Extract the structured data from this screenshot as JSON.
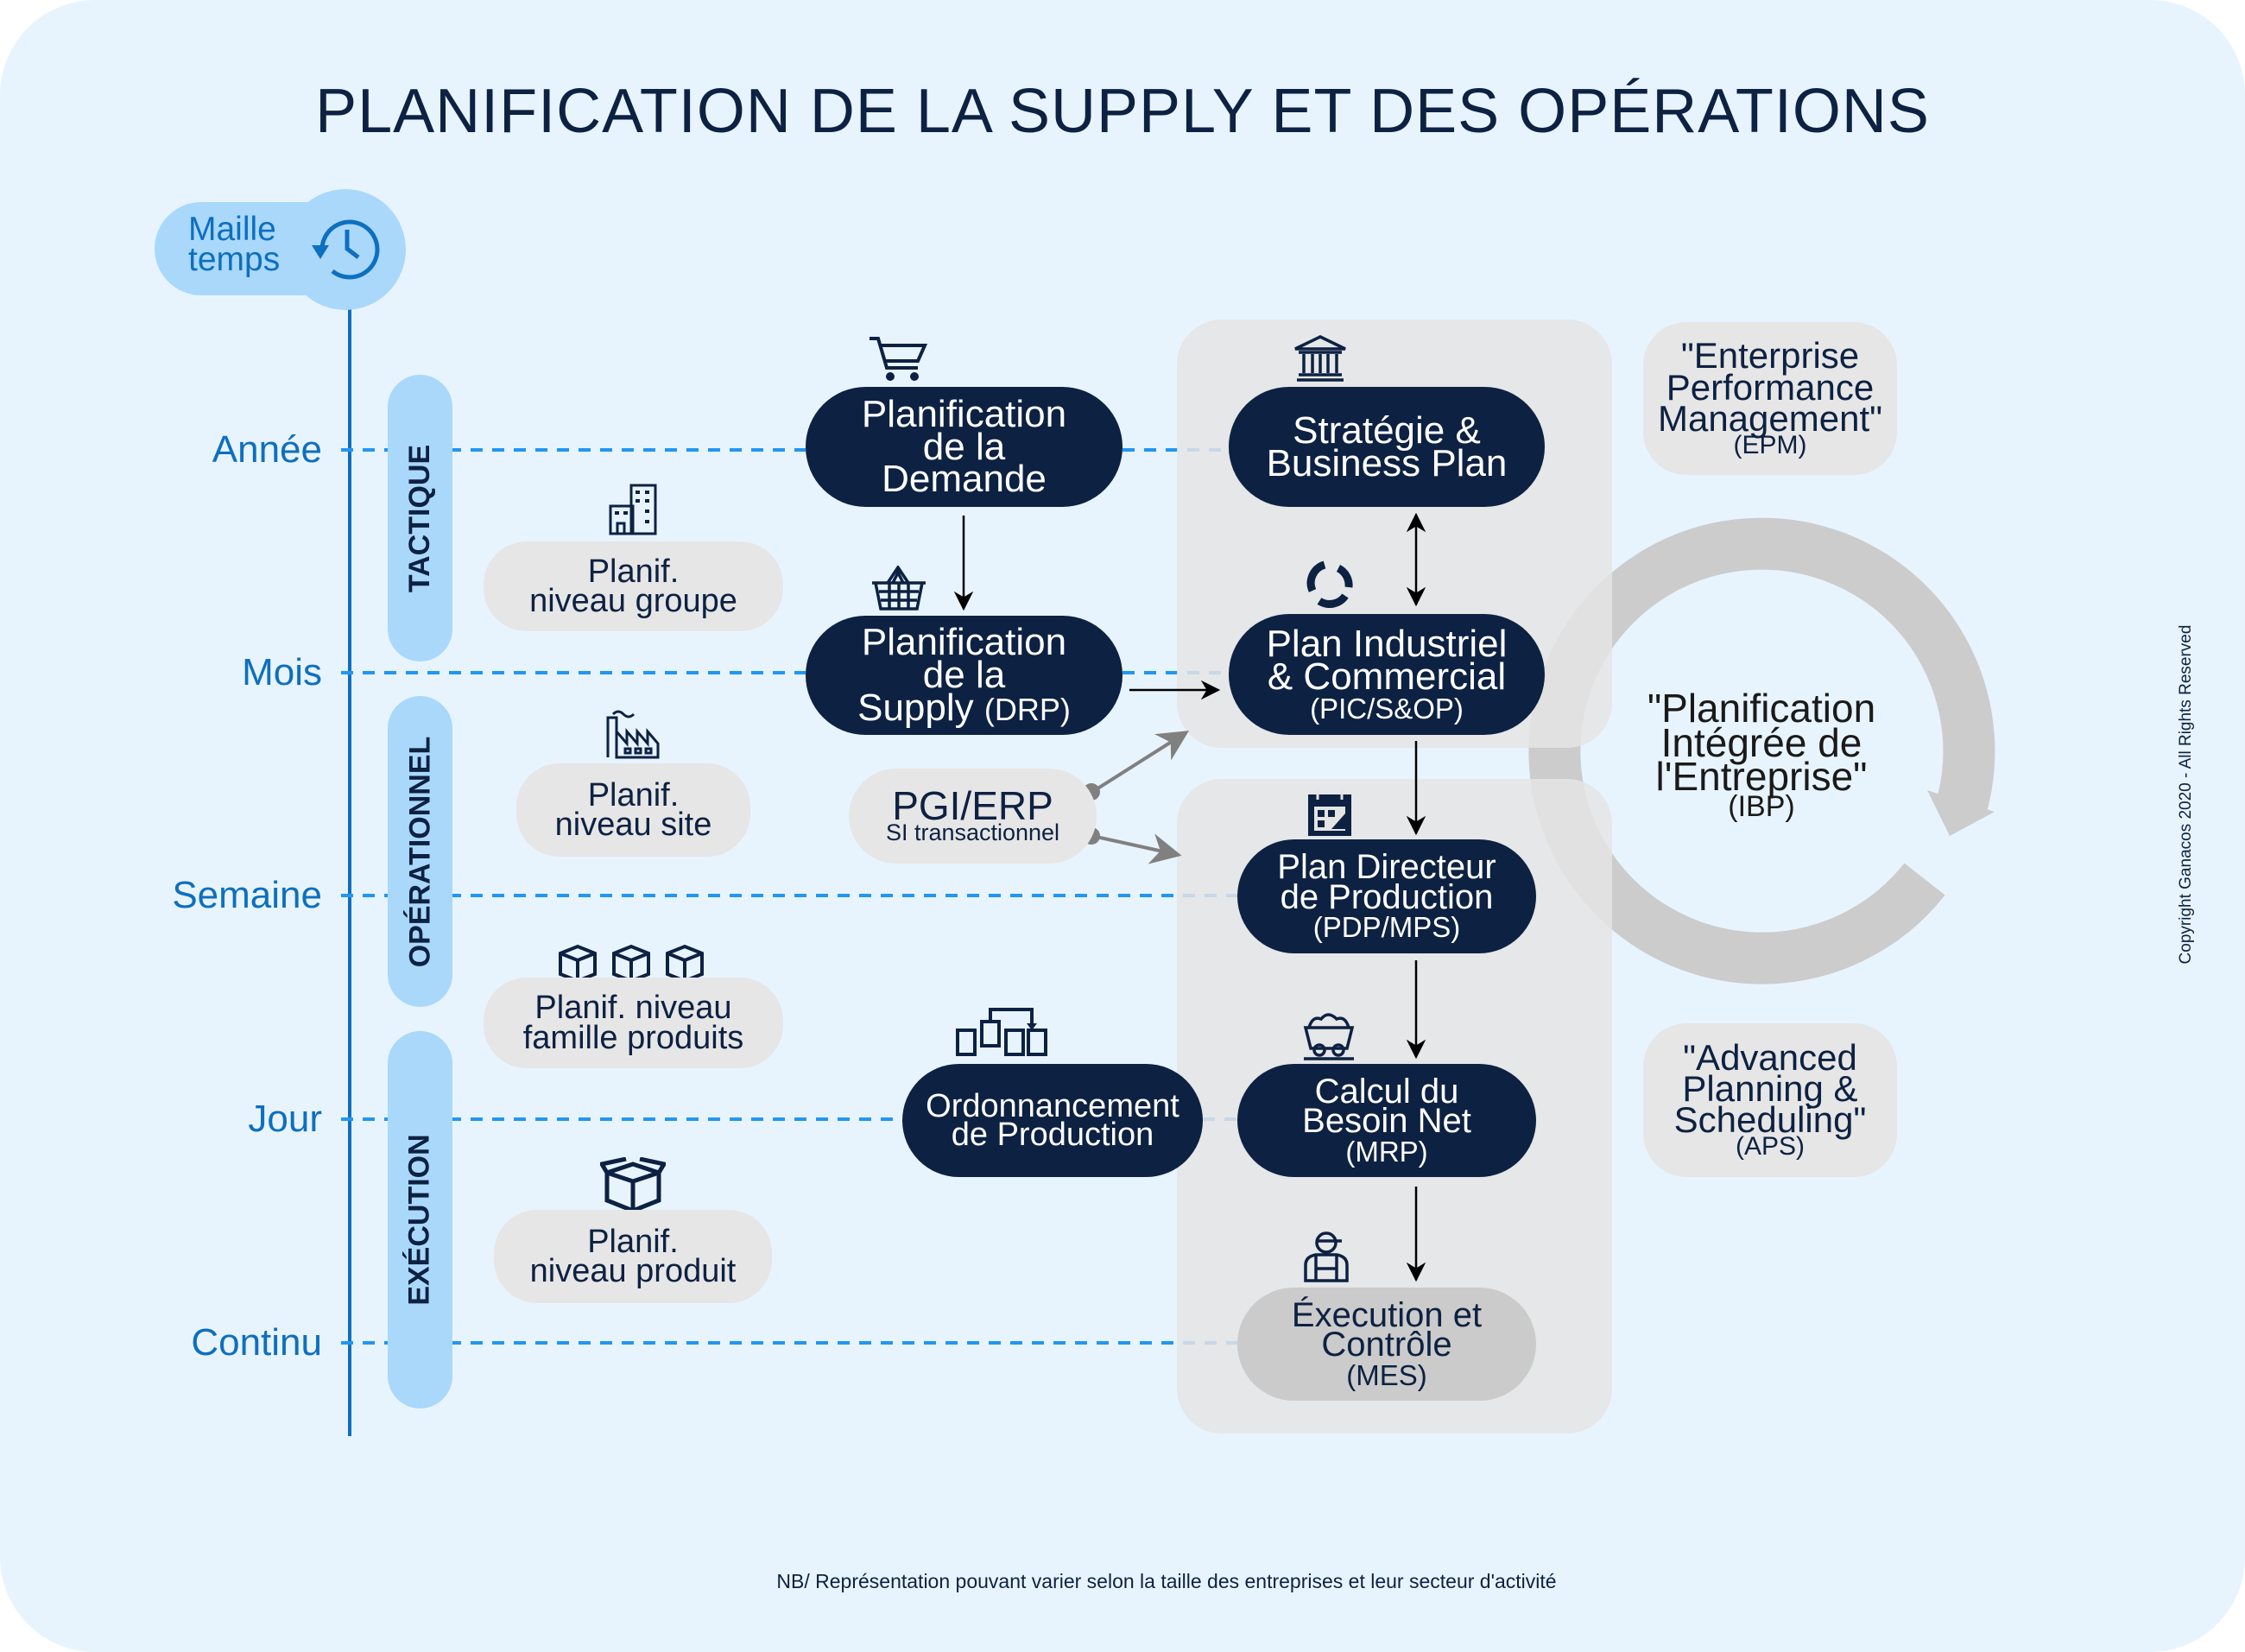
{
  "title": "PLANIFICATION DE LA SUPPLY ET DES OPÉRATIONS",
  "time_header": {
    "line1": "Maille",
    "line2": "temps",
    "icon": "history-clock-icon"
  },
  "time_levels": [
    "Année",
    "Mois",
    "Semaine",
    "Jour",
    "Continu"
  ],
  "phases": [
    "TACTIQUE",
    "OPÉRATIONNEL",
    "EXÉCUTION"
  ],
  "levels": [
    {
      "line1": "Planif.",
      "line2": "niveau groupe",
      "icon": "office-building-icon"
    },
    {
      "line1": "Planif.",
      "line2": "niveau site",
      "icon": "factory-icon"
    },
    {
      "line1": "Planif. niveau",
      "line2": "famille produits",
      "icon": "boxes-icon"
    },
    {
      "line1": "Planif.",
      "line2": "niveau produit",
      "icon": "box-icon"
    }
  ],
  "nodes": {
    "demande": {
      "lines": [
        "Planification",
        "de la",
        "Demande"
      ],
      "icon": "shopping-cart-icon"
    },
    "supply": {
      "lines": [
        "Planification",
        "de la",
        "Supply"
      ],
      "sub": "(DRP)",
      "icon": "basket-icon"
    },
    "ordonnancement": {
      "lines": [
        "Ordonnancement",
        "de Production"
      ],
      "icon": "workflow-icon"
    },
    "strategie": {
      "lines": [
        "Stratégie &",
        "Business Plan"
      ],
      "icon": "bank-icon"
    },
    "pic": {
      "lines": [
        "Plan Industriel",
        "& Commercial"
      ],
      "sub": "(PIC/S&OP)",
      "icon": "cycle-icon"
    },
    "pdp": {
      "lines": [
        "Plan Directeur",
        "de Production"
      ],
      "sub": "(PDP/MPS)",
      "icon": "calendar-icon"
    },
    "mrp": {
      "lines": [
        "Calcul du",
        "Besoin Net"
      ],
      "sub": "(MRP)",
      "icon": "mine-cart-icon"
    },
    "mes": {
      "lines": [
        "Éxecution et",
        "Contrôle"
      ],
      "sub": "(MES)",
      "icon": "worker-icon"
    }
  },
  "erp": {
    "title": "PGI/ERP",
    "sub": "SI transactionnel"
  },
  "epm": {
    "lines": [
      "\"Enterprise",
      "Performance",
      "Management\""
    ],
    "sub": "(EPM)"
  },
  "ibp": {
    "lines": [
      "\"Planification",
      "Intégrée de",
      "l'Entreprise\""
    ],
    "sub": "(IBP)"
  },
  "aps": {
    "lines": [
      "\"Advanced",
      "Planning &",
      "Scheduling\""
    ],
    "sub": "(APS)"
  },
  "copyright": "Copyright Ganacos 2020 - All Rights Reserved",
  "footnote": "NB/ Représentation pouvant varier selon la taille des entreprises et leur secteur d'activité",
  "colors": {
    "navy": "#0d2142",
    "blue": "#0e6fbf",
    "light_blue": "#a9d8fb",
    "dash": "#2196f3",
    "grey": "#e6e6e6",
    "background": "#e8f4fd"
  }
}
